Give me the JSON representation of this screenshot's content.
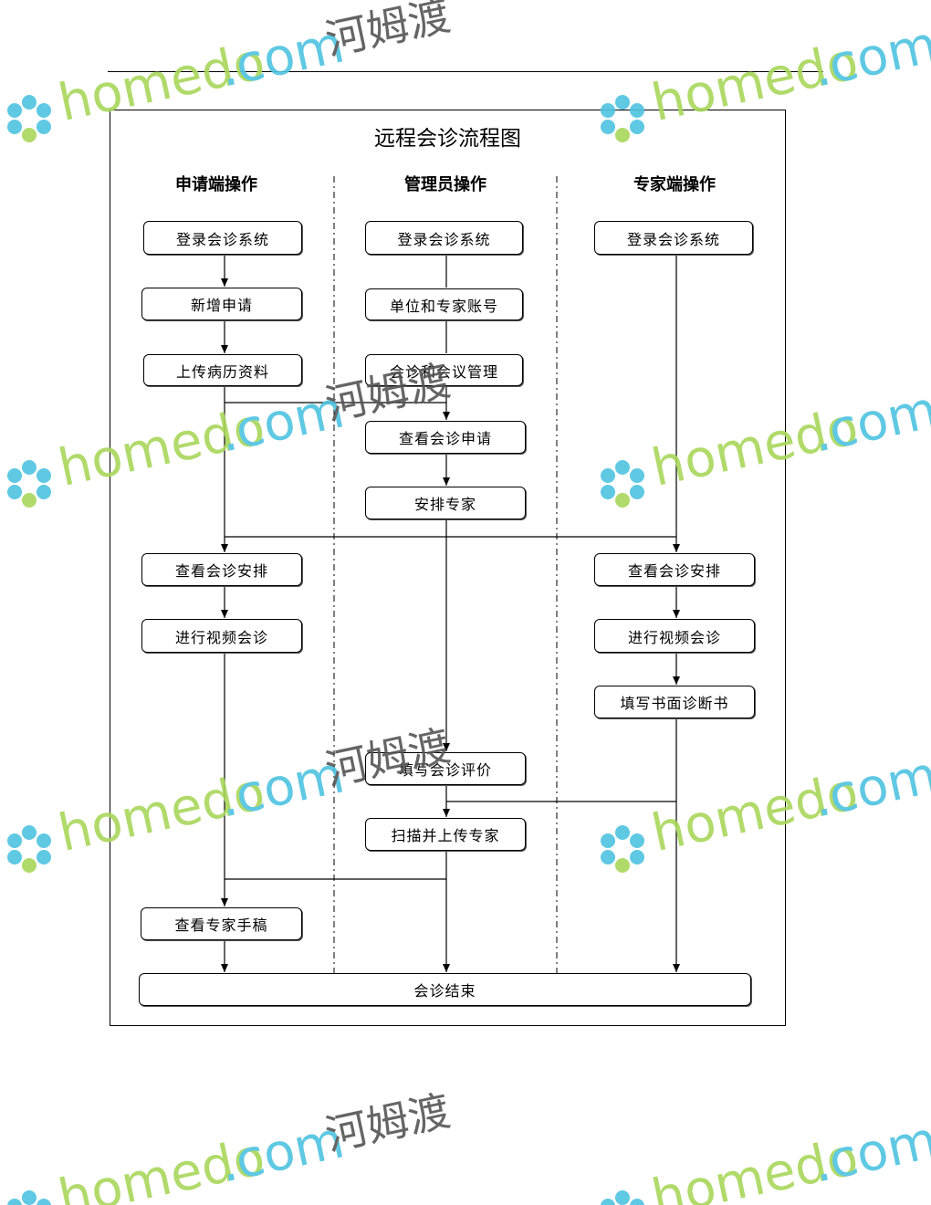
{
  "title": "远程会诊流程图",
  "columns": [
    "申请端操作",
    "管理员操作",
    "专家端操作"
  ],
  "nodes": {
    "a_login": "登录会诊系统",
    "a_new": "新增申请",
    "a_upload": "上传病历资料",
    "m_login": "登录会诊系统",
    "m_accounts": "单位和专家账号",
    "m_manage": "会诊和会议管理",
    "m_view_req": "查看会诊申请",
    "m_arrange": "安排专家",
    "m_evaluate": "填写会诊评价",
    "m_scan": "扫描并上传专家",
    "e_login": "登录会诊系统",
    "a_view_arr": "查看会诊安排",
    "a_video": "进行视频会诊",
    "e_view_arr": "查看会诊安排",
    "e_video": "进行视频会诊",
    "e_written": "填写书面诊断书",
    "a_view_ms": "查看专家手稿",
    "end": "会诊结束"
  },
  "watermark": {
    "brand": "homedo",
    "domain": ".com",
    "cn": "河姆渡",
    "colors": {
      "green": "#a8d65a",
      "cyan": "#4ec3e0"
    }
  }
}
